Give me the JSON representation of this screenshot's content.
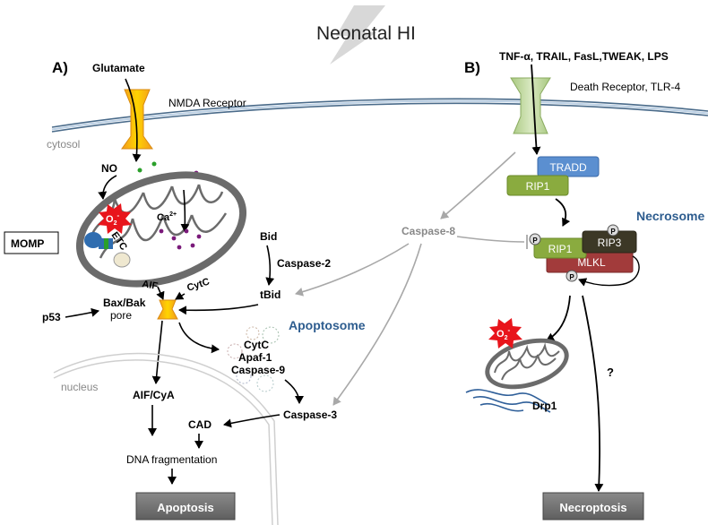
{
  "title": "Neonatal HI",
  "panel_a": {
    "label": "A)",
    "glutamate": "Glutamate",
    "nmda_receptor": "NMDA Receptor",
    "cytosol": "cytosol",
    "no": "NO",
    "ca_outside": "Ca",
    "ca_inside": "Ca",
    "ca_charge": "2+",
    "superoxide": "O",
    "superoxide_sub": "2",
    "superoxide_sup": "-",
    "etc": "ETC",
    "momp": "MOMP",
    "aif_mito": "AIF",
    "cytc_mito": "CytC",
    "bax_bak": "Bax/Bak",
    "pore": "pore",
    "p53": "p53",
    "bid": "Bid",
    "caspase2": "Caspase-2",
    "tbid": "tBid",
    "apoptosome": "Apoptosome",
    "apoptosome_items": [
      "CytC",
      "Apaf-1",
      "Caspase-9"
    ],
    "caspase3": "Caspase-3",
    "nucleus": "nucleus",
    "aif_cya": "AIF/CyA",
    "cad": "CAD",
    "dna_frag": "DNA fragmentation",
    "outcome": "Apoptosis"
  },
  "panel_b": {
    "label": "B)",
    "ligands": "TNF-α, TRAIL, FasL,TWEAK, LPS",
    "death_receptor": "Death Receptor, TLR-4",
    "tradd": "TRADD",
    "rip1_top": "RIP1",
    "necrosome": "Necrosome",
    "caspase8": "Caspase-8",
    "rip1": "RIP1",
    "rip3": "RIP3",
    "mlkl": "MLKL",
    "phospho": "P",
    "superoxide": "O",
    "superoxide_sub": "2",
    "superoxide_sup": "-",
    "drp1": "Drp1",
    "question": "?",
    "outcome": "Necroptosis"
  },
  "colors": {
    "receptor_orange": "#f5a623",
    "receptor_yellow": "#ffd400",
    "membrane_blue": "#4a6b8a",
    "mito_gray": "#6e6e6e",
    "tradd_blue": "#5b8fd0",
    "rip_green": "#8aab3f",
    "rip3_dark": "#3c3826",
    "mlkl_red": "#a23b3b",
    "apoptosome_blue": "#2e5d8f",
    "necrosome_blue": "#2e5d8f",
    "ros_red": "#e8141b",
    "outcome_gray": "#6f6f6f",
    "ca_purple": "#7a1a7a",
    "no_green": "#2aa02a"
  }
}
